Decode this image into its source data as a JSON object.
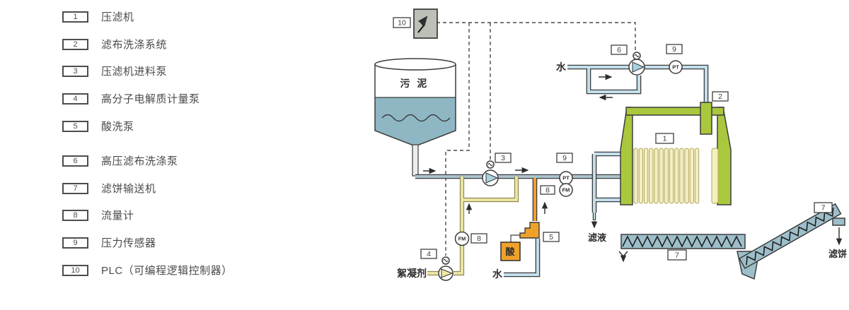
{
  "legend": {
    "items": [
      {
        "num": "1",
        "label": "压滤机"
      },
      {
        "num": "2",
        "label": "滤布洗涤系统"
      },
      {
        "num": "3",
        "label": "压滤机进料泵"
      },
      {
        "num": "4",
        "label": "高分子电解质计量泵"
      },
      {
        "num": "5",
        "label": "酸洗泵"
      },
      {
        "num": "6",
        "label": "高压滤布洗涤泵"
      },
      {
        "num": "7",
        "label": "滤饼输送机"
      },
      {
        "num": "8",
        "label": "流量计"
      },
      {
        "num": "9",
        "label": "压力传感器"
      },
      {
        "num": "10",
        "label": "PLC（可编程逻辑控制器）"
      }
    ]
  },
  "diagram": {
    "labels": {
      "sludge": "污 泥",
      "water": "水",
      "flocculant": "絮凝剂",
      "acid": "酸",
      "filtrate": "滤液",
      "filter_cake": "滤饼"
    },
    "sensors": {
      "pressure": "PT",
      "flow": "FM"
    },
    "tags": {
      "t1": "1",
      "t2": "2",
      "t3": "3",
      "t4": "4",
      "t5": "5",
      "t6": "6",
      "t7": "7",
      "t8": "8",
      "t9": "9",
      "t10": "10"
    },
    "colors": {
      "green": "#a9c83d",
      "plate": "#f3efbf",
      "pipe_water": "#c3dfec",
      "pipe_sludge": "#aac4cc",
      "pipe_floc": "#ece9a8",
      "pipe_acid": "#f0a12a",
      "conveyor": "#9dbfca",
      "tank_liquid": "#8fb6c3",
      "plc_gray": "#bcc0b6"
    }
  }
}
